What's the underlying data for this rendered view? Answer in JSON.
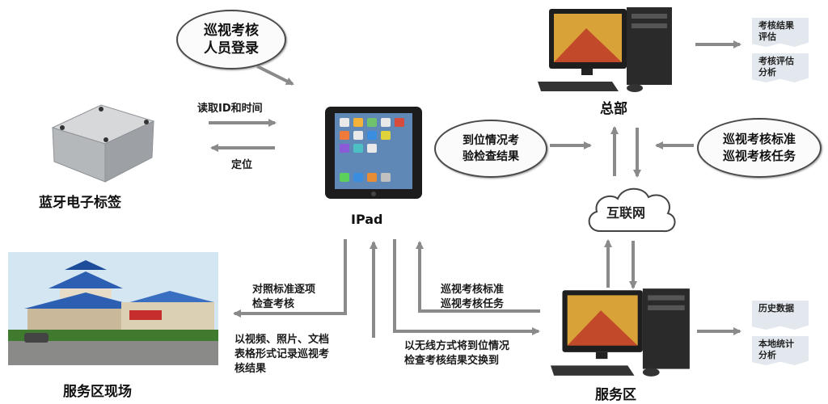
{
  "login_oval": "巡视考核\n人员登录",
  "read_id_time": "读取ID和时间",
  "locate": "定位",
  "bluetooth_tag": "蓝牙电子标签",
  "ipad": "IPad",
  "arrival_oval": "到位情况考\n验检查结果",
  "hq": "总部",
  "standard_oval": "巡视考核标准\n巡视考核任务",
  "internet": "互联网",
  "hq_notes": [
    "考核结果\n评估",
    "考核评估\n分析"
  ],
  "compare_check": "对照标准逐项\n检查考核",
  "record_result": "以视频、照片、文档\n表格形式记录巡视考\n核结果",
  "service_site": "服务区现场",
  "patrol_standard": "巡视考核标准\n巡视考核任务",
  "wireless_exchange": "以无线方式将到位情况\n检查考核结果交换到",
  "service_area": "服务区",
  "sa_notes": [
    "历史数据",
    "本地统计\n分析"
  ]
}
